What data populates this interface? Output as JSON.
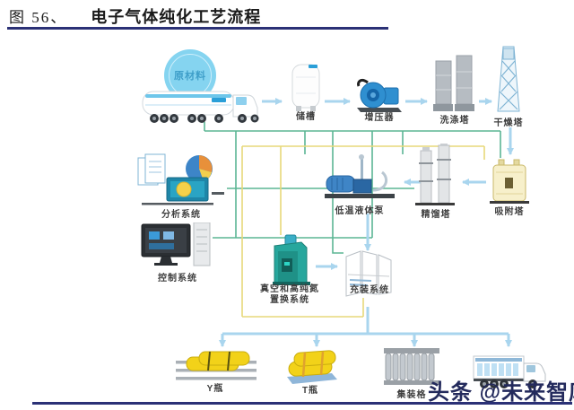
{
  "title": {
    "figure_label": "图 56、",
    "title_text": "电子气体纯化工艺流程"
  },
  "watermark": {
    "text": "头条 @未来智库"
  },
  "colors": {
    "accent_navy": "#2b3176",
    "flow_arrow_blue": "#a9d5ee",
    "analysis_line_green": "#5bb694",
    "control_line_yellow": "#e7d87a",
    "raw_material_circle_blue": "#85d4f0",
    "cylinder_yellow": "#f2d219",
    "replacement_machine_teal": "#27a79d",
    "adsorption_vessel_cream": "#f7f0cb"
  },
  "nodes": {
    "raw_material": {
      "label": "原材料"
    },
    "storage_tank": {
      "label": "储槽"
    },
    "booster": {
      "label": "增压器"
    },
    "washing_tower": {
      "label": "洗涤塔"
    },
    "drying_tower": {
      "label": "干燥塔"
    },
    "adsorption_tower": {
      "label": "吸附塔"
    },
    "rectification_tower": {
      "label": "精馏塔"
    },
    "cryogenic_pump": {
      "label": "低温液体泵"
    },
    "analysis_system": {
      "label": "分析系统"
    },
    "control_system": {
      "label": "控制系统"
    },
    "replacement_system": {
      "label_line1": "真空和高纯氮",
      "label_line2": "置换系统"
    },
    "filling_system": {
      "label": "充装系统"
    },
    "y_cylinder": {
      "label": "Y瓶"
    },
    "t_cylinder": {
      "label": "T瓶"
    },
    "cylinder_bundle": {
      "label": "集装格"
    }
  }
}
